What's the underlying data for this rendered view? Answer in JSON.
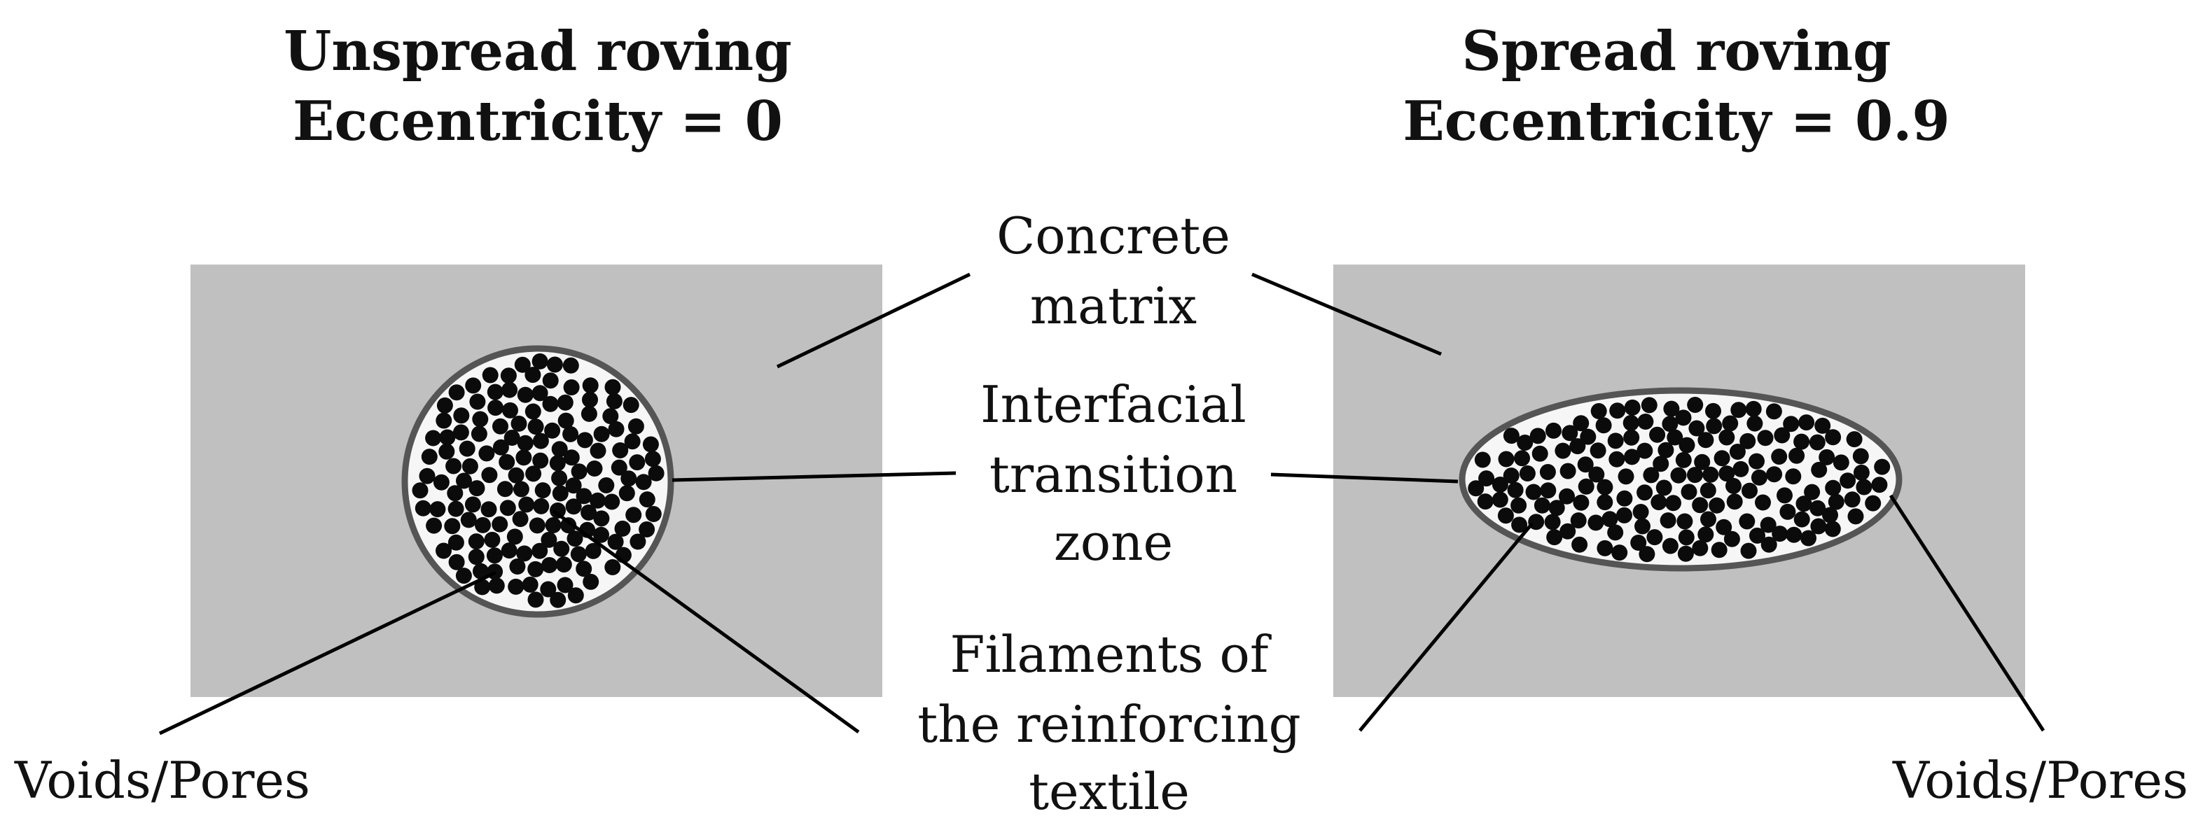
{
  "left_panel": {
    "title_line1": "Unspread roving",
    "title_line2": "Eccentricity = 0"
  },
  "right_panel": {
    "title_line1": "Spread roving",
    "title_line2": "Eccentricity = 0.9"
  },
  "labels": {
    "concrete_matrix_line1": "Concrete",
    "concrete_matrix_line2": "matrix",
    "itz_line1": "Interfacial",
    "itz_line2": "transition",
    "itz_line3": "zone",
    "filaments_line1": "Filaments of",
    "filaments_line2": "the reinforcing",
    "filaments_line3": "textile",
    "voids_left": "Voids/Pores",
    "voids_right": "Voids/Pores"
  },
  "colors": {
    "matrix": "#c0c0c0",
    "itz_outline": "#555555",
    "roving_interior": "#f6f6f6",
    "filament": "#0b0b0b"
  }
}
